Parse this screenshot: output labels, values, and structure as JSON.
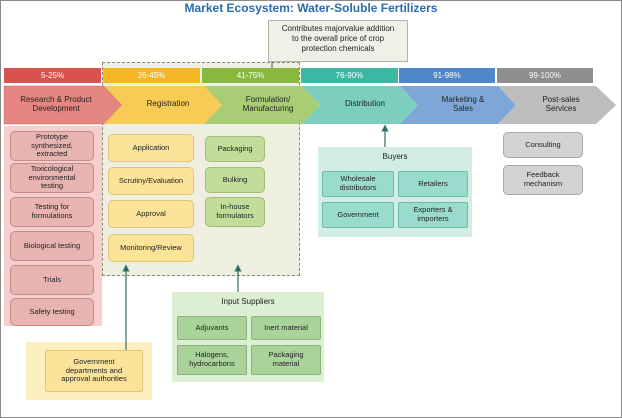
{
  "title": "Market Ecosystem: Water-Soluble Fertilizers",
  "note": [
    "Contributes majorvalue addition",
    "to the overall price of crop",
    "protection chemicals"
  ],
  "stages": [
    {
      "percent": "5-25%",
      "label": [
        "Research & Product",
        "Development"
      ],
      "color": "#d8524f"
    },
    {
      "percent": "26-45%",
      "label": [
        "Registration"
      ],
      "color": "#f2b722"
    },
    {
      "percent": "41-75%",
      "label": [
        "Formulation/",
        "Manufacturing"
      ],
      "color": "#88b83e"
    },
    {
      "percent": "76-90%",
      "label": [
        "Distribution"
      ],
      "color": "#3cb8a2"
    },
    {
      "percent": "91-98%",
      "label": [
        "Marketing &",
        "Sales"
      ],
      "color": "#4f86c6"
    },
    {
      "percent": "99-100%",
      "label": [
        "Post-sales",
        "Services"
      ],
      "color": "#8e8e8e"
    }
  ],
  "research_items": [
    [
      "Prototype",
      "synthesized,",
      "extracted"
    ],
    [
      "Toxicological",
      "environmental",
      "testing"
    ],
    [
      "Testing for",
      "formulations"
    ],
    [
      "Biological testing"
    ],
    [
      "Trials"
    ],
    [
      "Safety testing"
    ]
  ],
  "registration_items": [
    [
      "Application"
    ],
    [
      "Scrutiny/Evaluation"
    ],
    [
      "Approval"
    ],
    [
      "Monitoring/Review"
    ]
  ],
  "formulation_items": [
    [
      "Packaging"
    ],
    [
      "Bulking"
    ],
    [
      "In-house",
      "formulators"
    ]
  ],
  "buyers": {
    "title": "Buyers",
    "items": [
      [
        "Wholesale",
        "distributors"
      ],
      [
        "Retailers"
      ],
      [
        "Government"
      ],
      [
        "Exporters &",
        "importers"
      ]
    ]
  },
  "post_sales_items": [
    [
      "Consulting"
    ],
    [
      "Feedback",
      "mechanism"
    ]
  ],
  "input_suppliers": {
    "title": "Input Suppliers",
    "items": [
      [
        "Adjuvants"
      ],
      [
        "Inert material"
      ],
      [
        "Halogens,",
        "hydrocarbons"
      ],
      [
        "Packaging",
        "material"
      ]
    ]
  },
  "government": [
    "Government",
    "departments and",
    "approval authorities"
  ]
}
